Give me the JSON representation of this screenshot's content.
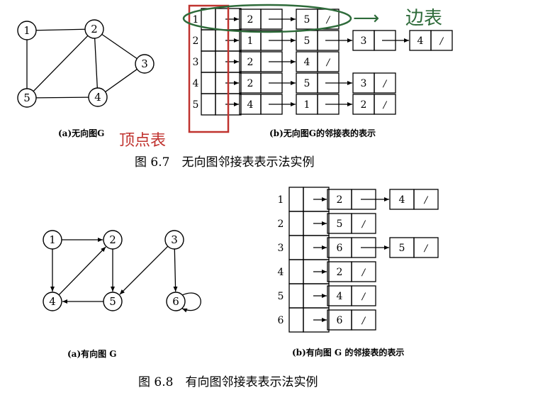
{
  "figure_6_7": {
    "graph": {
      "nodes": [
        "1",
        "2",
        "3",
        "4",
        "5"
      ],
      "edges": [
        [
          "1",
          "2"
        ],
        [
          "1",
          "5"
        ],
        [
          "2",
          "5"
        ],
        [
          "2",
          "4"
        ],
        [
          "2",
          "3"
        ],
        [
          "3",
          "4"
        ],
        [
          "4",
          "5"
        ]
      ]
    },
    "adjacency_list": [
      {
        "vertex": "1",
        "neighbors": [
          "2",
          "5"
        ]
      },
      {
        "vertex": "2",
        "neighbors": [
          "1",
          "5",
          "3",
          "4"
        ]
      },
      {
        "vertex": "3",
        "neighbors": [
          "2",
          "4"
        ]
      },
      {
        "vertex": "4",
        "neighbors": [
          "2",
          "5",
          "3"
        ]
      },
      {
        "vertex": "5",
        "neighbors": [
          "4",
          "1",
          "2"
        ]
      }
    ],
    "end_marker": "/",
    "caption_a": "(a)无向图G",
    "caption_b": "(b)无向图G的邻接表的表示",
    "caption": "图 6.7　无向图邻接表表示法实例",
    "annotation_vertex_table": "顶点表",
    "annotation_edge_list": "边表",
    "annotation_arrow": "⟶"
  },
  "figure_6_8": {
    "graph": {
      "nodes": [
        "1",
        "2",
        "3",
        "4",
        "5",
        "6"
      ],
      "edges": [
        [
          "1",
          "2"
        ],
        [
          "1",
          "4"
        ],
        [
          "2",
          "5"
        ],
        [
          "4",
          "2"
        ],
        [
          "3",
          "5"
        ],
        [
          "3",
          "6"
        ],
        [
          "5",
          "4"
        ],
        [
          "6",
          "6"
        ]
      ]
    },
    "adjacency_list": [
      {
        "vertex": "1",
        "neighbors": [
          "2",
          "4"
        ]
      },
      {
        "vertex": "2",
        "neighbors": [
          "5"
        ]
      },
      {
        "vertex": "3",
        "neighbors": [
          "6",
          "5"
        ]
      },
      {
        "vertex": "4",
        "neighbors": [
          "2"
        ]
      },
      {
        "vertex": "5",
        "neighbors": [
          "4"
        ]
      },
      {
        "vertex": "6",
        "neighbors": [
          "6"
        ]
      }
    ],
    "end_marker": "/",
    "caption_a": "(a)有向图 G",
    "caption_b": "(b)有向图 G 的邻接表的表示",
    "caption": "图 6.8　有向图邻接表表示法实例"
  },
  "colors": {
    "ink": "#000000",
    "annotation_red": "#c0332f",
    "annotation_green": "#2e6b3a"
  }
}
